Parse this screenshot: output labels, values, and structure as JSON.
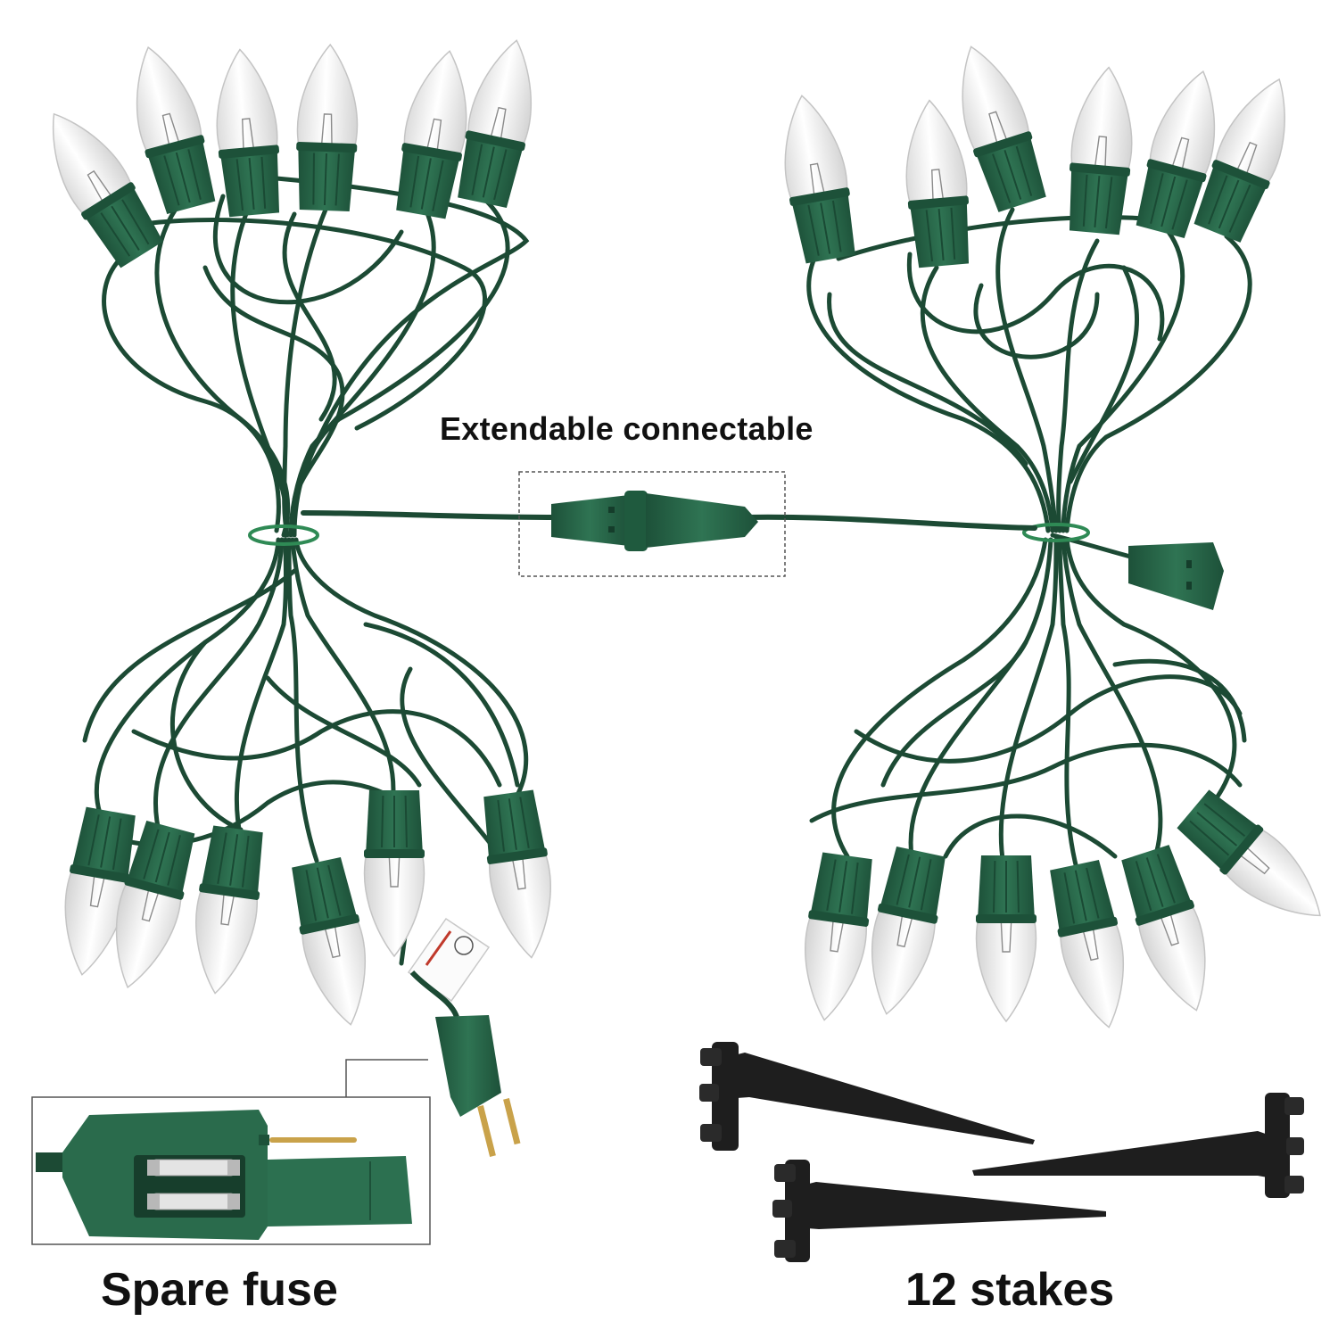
{
  "captions": {
    "extendable": "Extendable connectable",
    "spare_fuse": "Spare fuse",
    "stakes": "12 stakes"
  },
  "colors": {
    "wire": "#1c4a34",
    "socket": "#2a6b4c",
    "socket_dark": "#1d5139",
    "bulb": "#f2f2f2",
    "stake": "#1e1e1e",
    "prong": "#c9a24a"
  },
  "icons": [
    "light-bulb-icon",
    "socket-icon",
    "plug-icon",
    "fuse-icon",
    "stake-icon"
  ]
}
